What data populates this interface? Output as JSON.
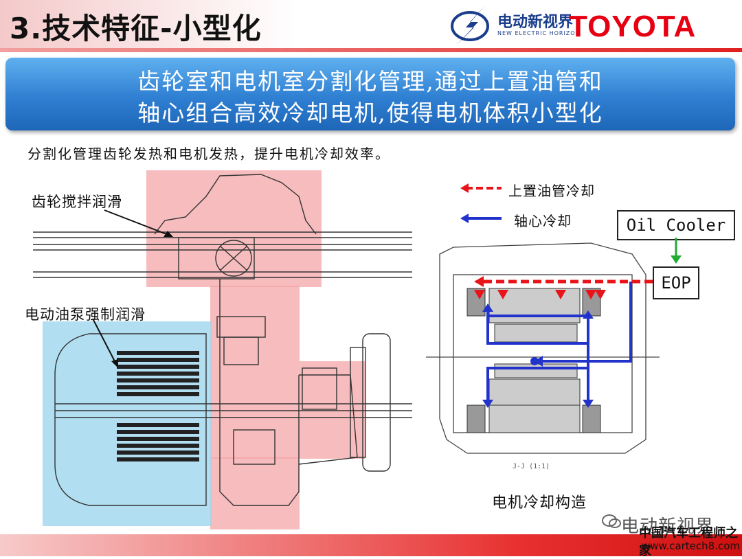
{
  "header": {
    "title": "3.技术特征-小型化",
    "logo_cn": "电动新视界",
    "logo_en": "NEW ELECTRIC HORIZON",
    "brand": "TOYOTA"
  },
  "banner": {
    "line1": "齿轮室和电机室分割化管理,通过上置油管和",
    "line2": "轴心组合高效冷却电机,使得电机体积小型化"
  },
  "subtitle": "分割化管理齿轮发热和电机发热，提升电机冷却效率。",
  "left_diagram": {
    "label_gear": "齿轮搅拌润滑",
    "label_pump": "电动油泵强制润滑"
  },
  "right_diagram": {
    "legend_top": "上置油管冷却",
    "legend_axis": "轴心冷却",
    "oil_cooler": "Oil Cooler",
    "eop": "EOP",
    "section_mark": "J-J (1:1)",
    "caption": "电机冷却构造"
  },
  "watermark": {
    "account": "电动新视界",
    "site_name": "中国汽车工程师之家",
    "url": "www.cartech8.com"
  },
  "colors": {
    "brand_red": "#e60012",
    "banner_blue": "#2f7fd2",
    "gear_zone": "#f4a6a8",
    "motor_zone": "#9fd6ee",
    "top_pipe": "#e8141a",
    "axis_cooling": "#2233cc",
    "arrow_green": "#22aa33"
  }
}
